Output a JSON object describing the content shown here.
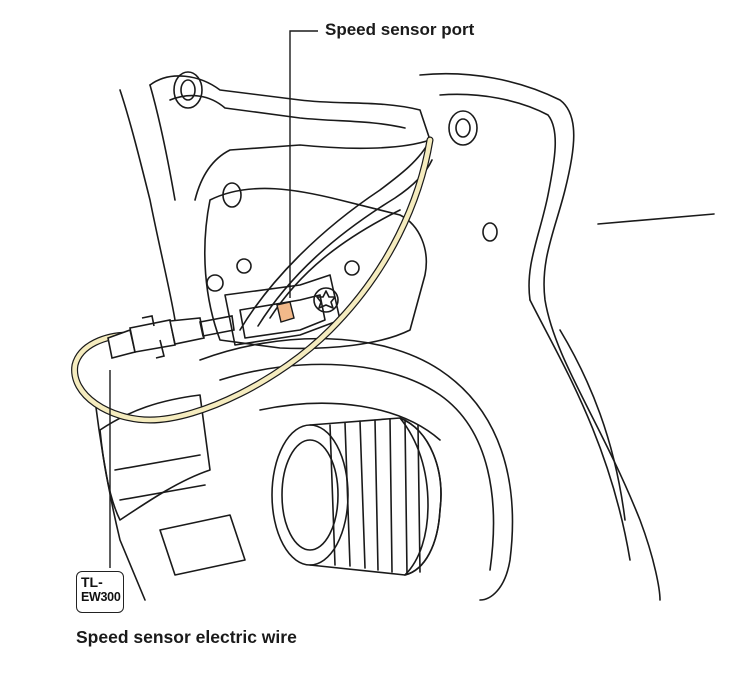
{
  "labels": {
    "port": "Speed sensor port",
    "wire": "Speed sensor electric wire"
  },
  "tool": {
    "line1": "TL-",
    "line2": "EW300"
  },
  "colors": {
    "line": "#1a1a1a",
    "wire_fill": "#f5ecbf",
    "port_fill": "#f2b98a"
  }
}
